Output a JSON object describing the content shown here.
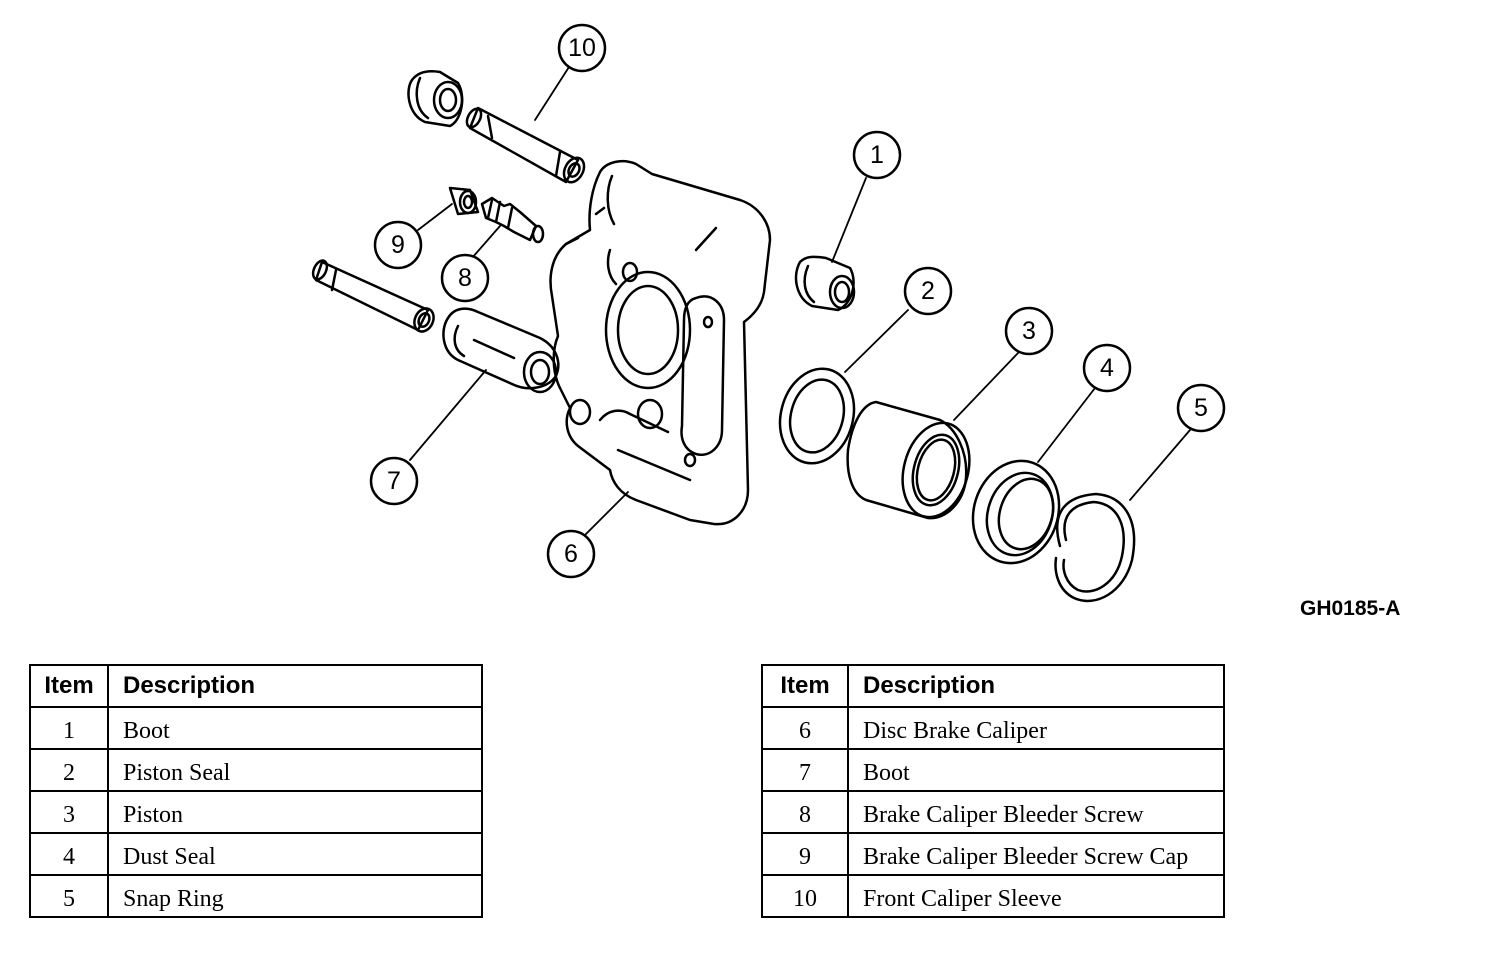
{
  "figure_code": "GH0185-A",
  "callouts": [
    "1",
    "2",
    "3",
    "4",
    "5",
    "6",
    "7",
    "8",
    "9",
    "10"
  ],
  "table_headers": {
    "item": "Item",
    "description": "Description"
  },
  "parts_left": [
    {
      "item": "1",
      "description": "Boot"
    },
    {
      "item": "2",
      "description": "Piston Seal"
    },
    {
      "item": "3",
      "description": "Piston"
    },
    {
      "item": "4",
      "description": "Dust Seal"
    },
    {
      "item": "5",
      "description": "Snap Ring"
    }
  ],
  "parts_right": [
    {
      "item": "6",
      "description": "Disc Brake Caliper"
    },
    {
      "item": "7",
      "description": "Boot"
    },
    {
      "item": "8",
      "description": "Brake Caliper Bleeder Screw"
    },
    {
      "item": "9",
      "description": "Brake Caliper Bleeder Screw Cap"
    },
    {
      "item": "10",
      "description": "Front Caliper Sleeve"
    }
  ]
}
